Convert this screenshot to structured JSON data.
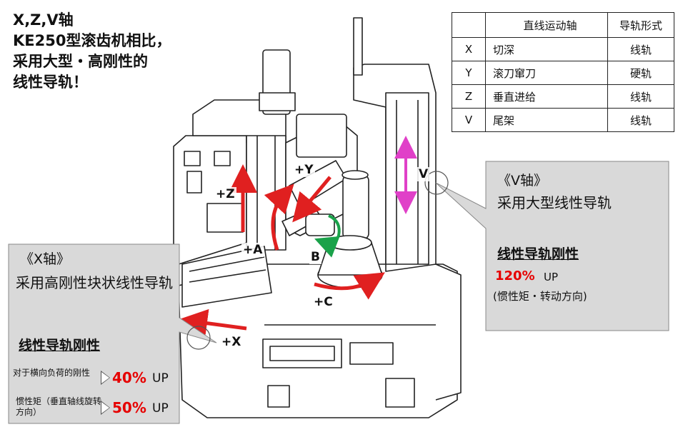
{
  "title": {
    "line1": "X,Z,V轴",
    "line2": "KE250型滚齿机相比，",
    "line3": "采用大型・高刚性的",
    "line4": "线性导轨！"
  },
  "axis_table": {
    "headers": [
      "",
      "直线运动轴",
      "导轨形式"
    ],
    "rows": [
      {
        "axis": "X",
        "name": "切深",
        "rail": "线轨"
      },
      {
        "axis": "Y",
        "name": "滚刀窜刀",
        "rail": "硬轨"
      },
      {
        "axis": "Z",
        "name": "垂直进给",
        "rail": "线轨"
      },
      {
        "axis": "V",
        "name": "尾架",
        "rail": "线轨"
      }
    ]
  },
  "v_callout": {
    "title": "《V轴》",
    "desc": "采用大型线性导轨",
    "rigidity": "线性导轨刚性",
    "percent": "120%",
    "up": "UP",
    "note": "(惯性矩・转动方向)"
  },
  "x_callout": {
    "title": "《X轴》",
    "desc": "采用高刚性块状线性导轨",
    "rigidity": "线性导轨刚性",
    "item1_label": "对于横向负荷的刚性",
    "item1_percent": "40%",
    "item1_up": "UP",
    "item2_label": "惯性矩（垂直轴线旋转方向）",
    "item2_percent": "50%",
    "item2_up": "UP"
  },
  "axis_labels": {
    "z": "+Z",
    "y": "+Y",
    "a": "+A",
    "b": "B",
    "c": "+C",
    "x": "+X",
    "v": "V"
  },
  "colors": {
    "arrow_red": "#e02020",
    "arrow_green": "#1aa24a",
    "arrow_magenta": "#e040c8",
    "callout_gray": "#d9d9d9",
    "highlight_red": "#e60000"
  }
}
